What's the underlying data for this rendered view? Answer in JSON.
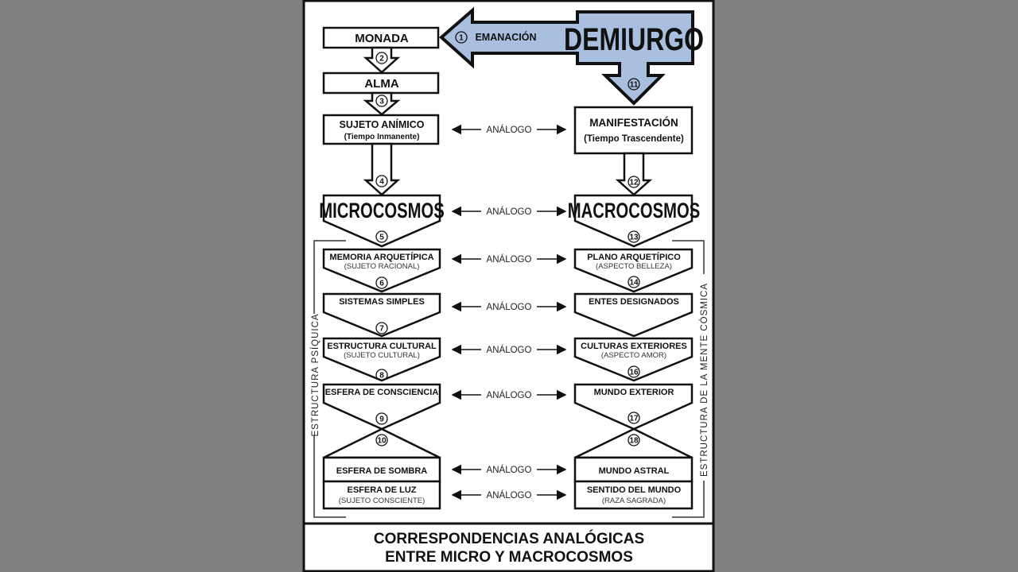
{
  "top": {
    "demiurgo": "DEMIURGO",
    "emanacion": "EMANACIÓN"
  },
  "left": {
    "monada": "MONADA",
    "alma": "ALMA",
    "sujeto_animico": "SUJETO ANÍMICO",
    "sujeto_animico_sub": "(Tiempo Inmanente)",
    "microcosmos": "MICROCOSMOS",
    "rows": [
      {
        "title": "MEMORIA ARQUETÍPICA",
        "sub": "(SUJETO RACIONAL)"
      },
      {
        "title": "SISTEMAS SIMPLES",
        "sub": ""
      },
      {
        "title": "ESTRUCTURA CULTURAL",
        "sub": "(SUJETO CULTURAL)"
      },
      {
        "title": "ESFERA DE CONSCIENCIA",
        "sub": ""
      },
      {
        "title": "ESFERA DE SOMBRA",
        "sub": ""
      },
      {
        "title": "ESFERA DE LUZ",
        "sub": "(SUJETO CONSCIENTE)"
      }
    ],
    "side_label": "ESTRUCTURA PSÍQUICA"
  },
  "right": {
    "manifestacion": "MANIFESTACIÓN",
    "manifestacion_sub": "(Tiempo Trascendente)",
    "macrocosmos": "MACROCOSMOS",
    "rows": [
      {
        "title": "PLANO ARQUETÍPICO",
        "sub": "(ASPECTO BELLEZA)"
      },
      {
        "title": "ENTES DESIGNADOS",
        "sub": ""
      },
      {
        "title": "CULTURAS EXTERIORES",
        "sub": "(ASPECTO AMOR)"
      },
      {
        "title": "MUNDO EXTERIOR",
        "sub": ""
      },
      {
        "title": "MUNDO ASTRAL",
        "sub": ""
      },
      {
        "title": "SENTIDO DEL MUNDO",
        "sub": "(RAZA SAGRADA)"
      }
    ],
    "side_label": "ESTRUCTURA DE LA MENTE CÓSMICA"
  },
  "analogo": "ANÁLOGO",
  "numbers": [
    "1",
    "2",
    "3",
    "4",
    "5",
    "6",
    "7",
    "8",
    "9",
    "10",
    "11",
    "12",
    "13",
    "14",
    "16",
    "17",
    "18"
  ],
  "title": {
    "line1": "CORRESPONDENCIAS ANALÓGICAS",
    "line2": "ENTRE MICRO Y MACROCOSMOS"
  },
  "colors": {
    "demiurgo_fill": "#a9bfe0",
    "background": "#808080"
  }
}
